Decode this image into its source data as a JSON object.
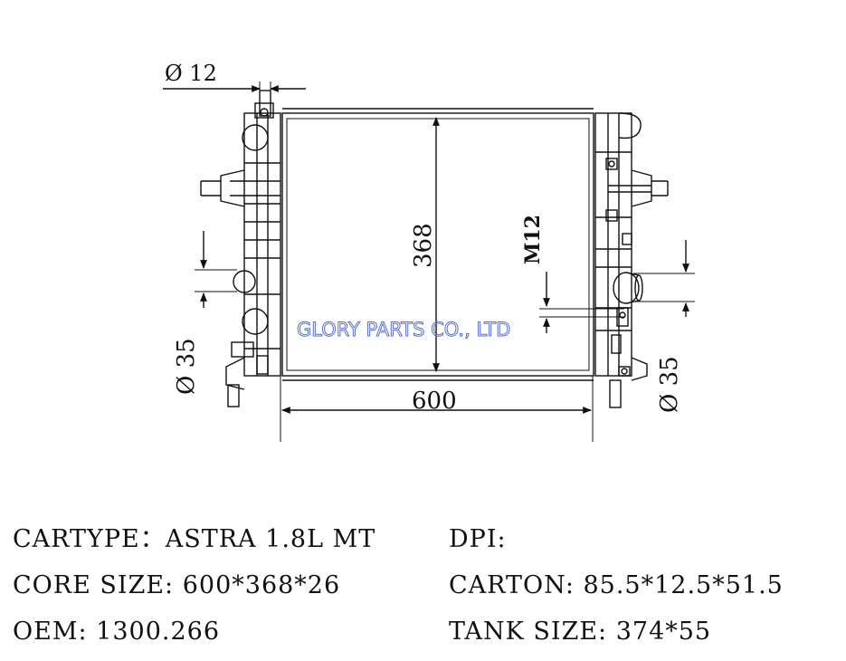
{
  "dimensions": {
    "inlet_pipe_diameter": "Ø 12",
    "height": "368",
    "width": "600",
    "thread": "M12",
    "left_pipe_diameter": "Ø 35",
    "right_pipe_diameter": "Ø 35"
  },
  "watermark": "GLORY  PARTS  CO.,  LTD",
  "specs": {
    "cartype": "CARTYPE：ASTRA 1.8L MT",
    "core_size": "CORE SIZE: 600*368*26",
    "oem": "OEM: 1300.266",
    "dpi": "DPI:",
    "carton": "CARTON: 85.5*12.5*51.5",
    "tank_size": "TANK SIZE: 374*55"
  },
  "colors": {
    "line": "#111111",
    "watermark": "#5b6fd6"
  }
}
